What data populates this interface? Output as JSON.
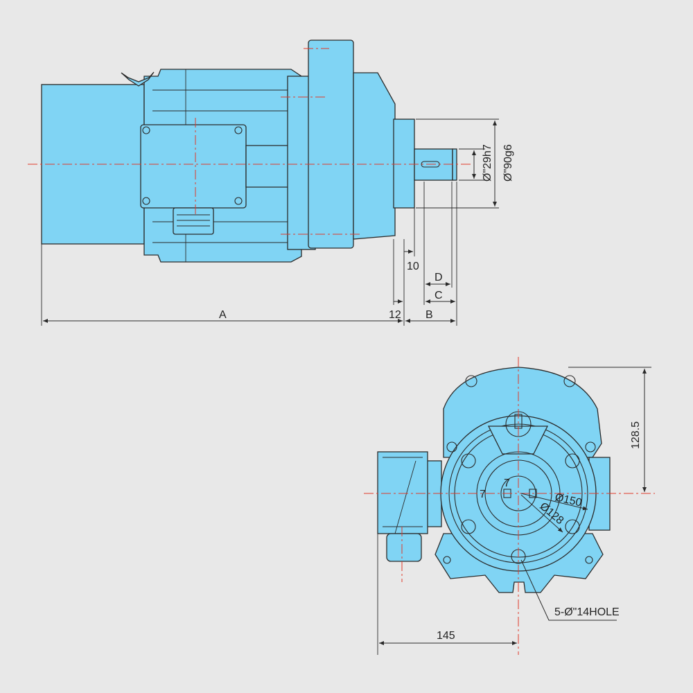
{
  "side_view": {
    "dim_A": "A",
    "dim_12": "12",
    "dim_B": "B",
    "dim_C": "C",
    "dim_D": "D",
    "dim_10": "10",
    "shaft_diameter": "Ø\"29h7",
    "pilot_diameter": "Ø\"90g6"
  },
  "front_view": {
    "height_128_5": "128.5",
    "width_145": "145",
    "pcd_150": "Ø150",
    "pcd_128": "Ø128",
    "key_7a": "7",
    "key_7b": "7",
    "hole_note": "5-Ø\"14HOLE"
  },
  "colors": {
    "body": "#80d4f4",
    "centerline": "#e03a2a",
    "background": "#e8e8e8"
  }
}
